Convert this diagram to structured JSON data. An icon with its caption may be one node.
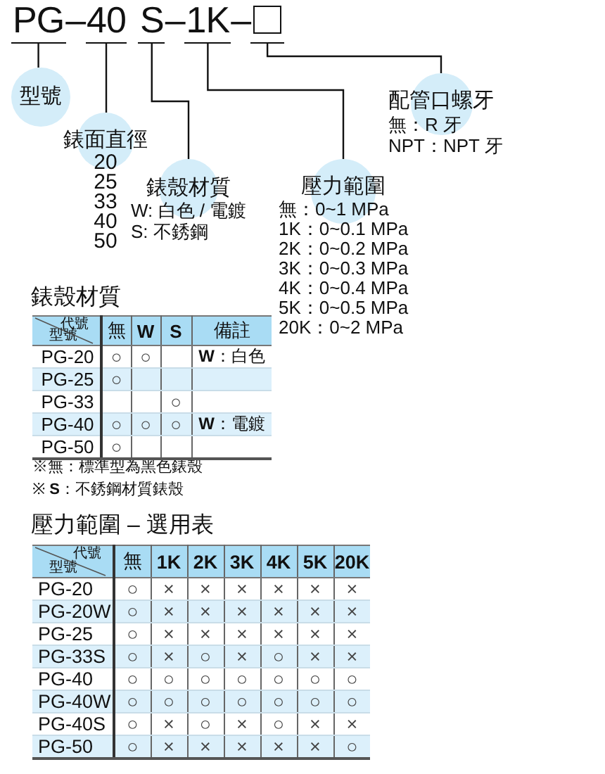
{
  "diagram": {
    "nodes": [
      {
        "text": [
          "PG"
        ]
      },
      {
        "text": [
          "40"
        ]
      },
      {
        "text": [
          "S"
        ]
      },
      {
        "text": [
          "1K"
        ]
      },
      {
        "text": [],
        "shape": "box"
      },
      {
        "text": [
          "型號"
        ]
      },
      {
        "text": [
          "錶面直徑",
          "20",
          "25",
          "33",
          "40",
          "50"
        ]
      },
      {
        "text": [
          "錶殼材質",
          "W: 白色 / 電鍍",
          "S: 不銹鋼"
        ]
      },
      {
        "text": [
          "壓力範圍",
          "無：0~1 MPa",
          "1K：0~0.1 MPa",
          "2K：0~0.2 MPa",
          "3K：0~0.3 MPa",
          "4K：0~0.4 MPa",
          "5K：0~0.5 MPa",
          "20K：0~2 MPa"
        ]
      },
      {
        "text": [
          "配管口螺牙",
          "無：R 牙",
          "NPT：NPT 牙"
        ]
      }
    ],
    "edges": [
      {
        "from": 0,
        "to": 5,
        "arrow": "none"
      },
      {
        "from": 1,
        "to": 6,
        "arrow": "none"
      },
      {
        "from": 2,
        "to": 7,
        "arrow": "none"
      },
      {
        "from": 3,
        "to": 8,
        "arrow": "none"
      },
      {
        "from": 4,
        "to": 9,
        "arrow": "none"
      }
    ],
    "labels": [
      "–",
      "–",
      "–",
      "錶殼材質",
      "代號",
      "型號",
      "無",
      "W",
      "S",
      "備註",
      "PG-20",
      "○",
      "○",
      "**W**：白色",
      "PG-25",
      "○",
      "PG-33",
      "○",
      "PG-40",
      "○",
      "○",
      "○",
      "**W**：電鍍",
      "PG-50",
      "○",
      "※無：標準型為黑色錶殼",
      "※ **S**：不銹鋼材質錶殼",
      "壓力範圍 – 選用表",
      "代號",
      "型號",
      "無",
      "1K",
      "2K",
      "3K",
      "4K",
      "5K",
      "20K",
      "PG-20",
      "○",
      "×",
      "×",
      "×",
      "×",
      "×",
      "×",
      "PG-20W",
      "○",
      "×",
      "×",
      "×",
      "×",
      "×",
      "×",
      "PG-25",
      "○",
      "×",
      "×",
      "×",
      "×",
      "×",
      "×",
      "PG-33S",
      "○",
      "×",
      "○",
      "×",
      "○",
      "×",
      "×",
      "PG-40",
      "○",
      "○",
      "○",
      "○",
      "○",
      "○",
      "○",
      "PG-40W",
      "○",
      "○",
      "○",
      "○",
      "○",
      "○",
      "○",
      "PG-40S",
      "○",
      "×",
      "○",
      "×",
      "○",
      "×",
      "×",
      "PG-50",
      "○",
      "×",
      "×",
      "×",
      "×",
      "×",
      "○"
    ]
  }
}
